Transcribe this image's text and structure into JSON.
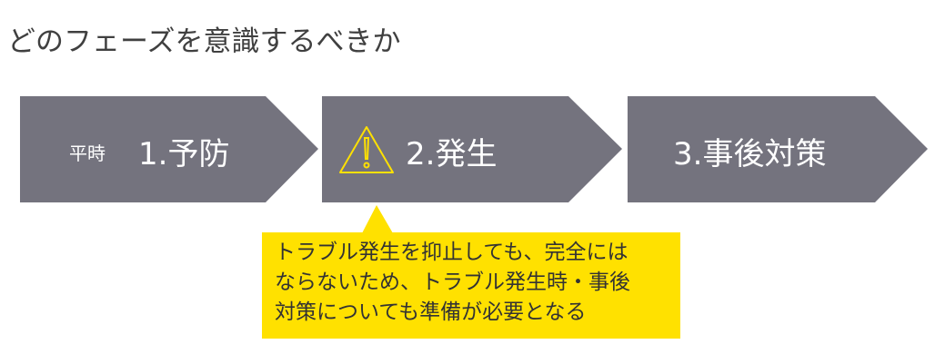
{
  "title": "どのフェーズを意識するべきか",
  "colors": {
    "arrow": "#74737E",
    "callout": "#FFE100",
    "warning": "#FFE100"
  },
  "phases": [
    {
      "prefix": "平時",
      "label": "1.予防"
    },
    {
      "icon": "warning-icon",
      "label": "2.発生"
    },
    {
      "label": "3.事後対策"
    }
  ],
  "callout": {
    "lines": [
      "トラブル発生を抑止しても、完全には",
      "ならないため、トラブル発生時・事後",
      "対策についても準備が必要となる"
    ]
  }
}
